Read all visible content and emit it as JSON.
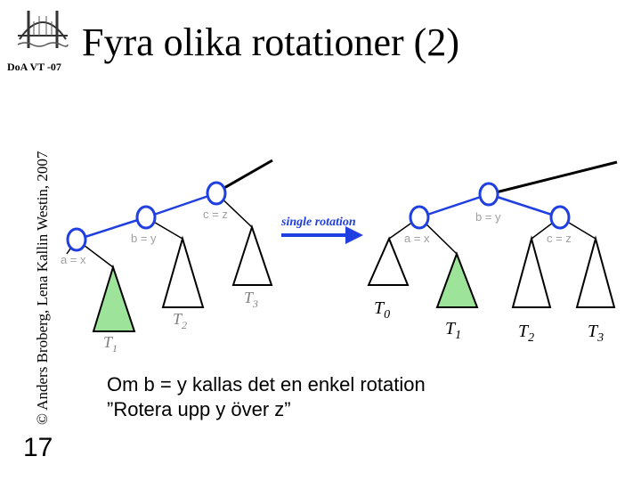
{
  "slide": {
    "title": "Fyra olika rotationer (2)",
    "course_label": "DoA VT -07",
    "side_text": "© Anders Broberg, Lena Kallin Westin, 2007",
    "page_number": "17",
    "caption_lines": [
      "Om b = y kallas det en enkel rotation",
      "”Rotera upp y över z”"
    ]
  },
  "diagram": {
    "arrow_label": "single rotation",
    "left_tree": {
      "node_labels": [
        "a = x",
        "b = y",
        "c = z"
      ],
      "subtree_labels": [
        {
          "main": "T",
          "sub": "1"
        },
        {
          "main": "T",
          "sub": "2"
        },
        {
          "main": "T",
          "sub": "3"
        }
      ]
    },
    "right_tree": {
      "node_labels": [
        "a = x",
        "b = y",
        "c = z"
      ],
      "subtree_labels": [
        {
          "main": "T",
          "sub": "0"
        },
        {
          "main": "T",
          "sub": "1"
        },
        {
          "main": "T",
          "sub": "2"
        },
        {
          "main": "T",
          "sub": "3"
        }
      ]
    },
    "colors": {
      "node_stroke": "#1f3fe0",
      "edge": "#1f3fe0",
      "highlight_subtree": "#9ee39a",
      "label_gray": "#a0a0a0"
    }
  }
}
